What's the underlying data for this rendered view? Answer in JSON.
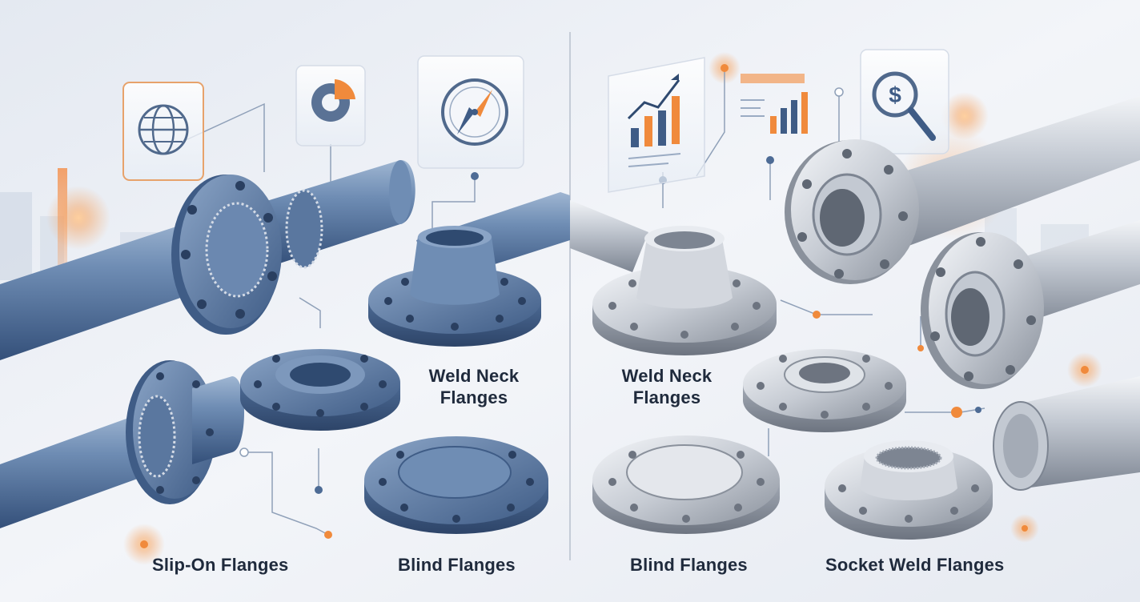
{
  "labels": {
    "left_weld_neck_line1": "Weld Neck",
    "left_weld_neck_line2": "Flanges",
    "left_slip_on": "Slip-On Flanges",
    "left_blind": "Blind Flanges",
    "right_weld_neck_line1": "Weld Neck",
    "right_weld_neck_line2": "Flanges",
    "right_blind": "Blind Flanges",
    "right_socket_weld": "Socket Weld Flanges"
  },
  "icons": [
    "globe-icon",
    "pie-chart-icon",
    "compass-icon",
    "bar-chart-report-icon",
    "bar-chart-icon",
    "dollar-search-icon"
  ],
  "colors": {
    "background": "#eef1f6",
    "left_steel": "#5f7fa6",
    "right_steel": "#c9ced6",
    "accent": "#f08a3c",
    "text": "#1f2a3c"
  }
}
